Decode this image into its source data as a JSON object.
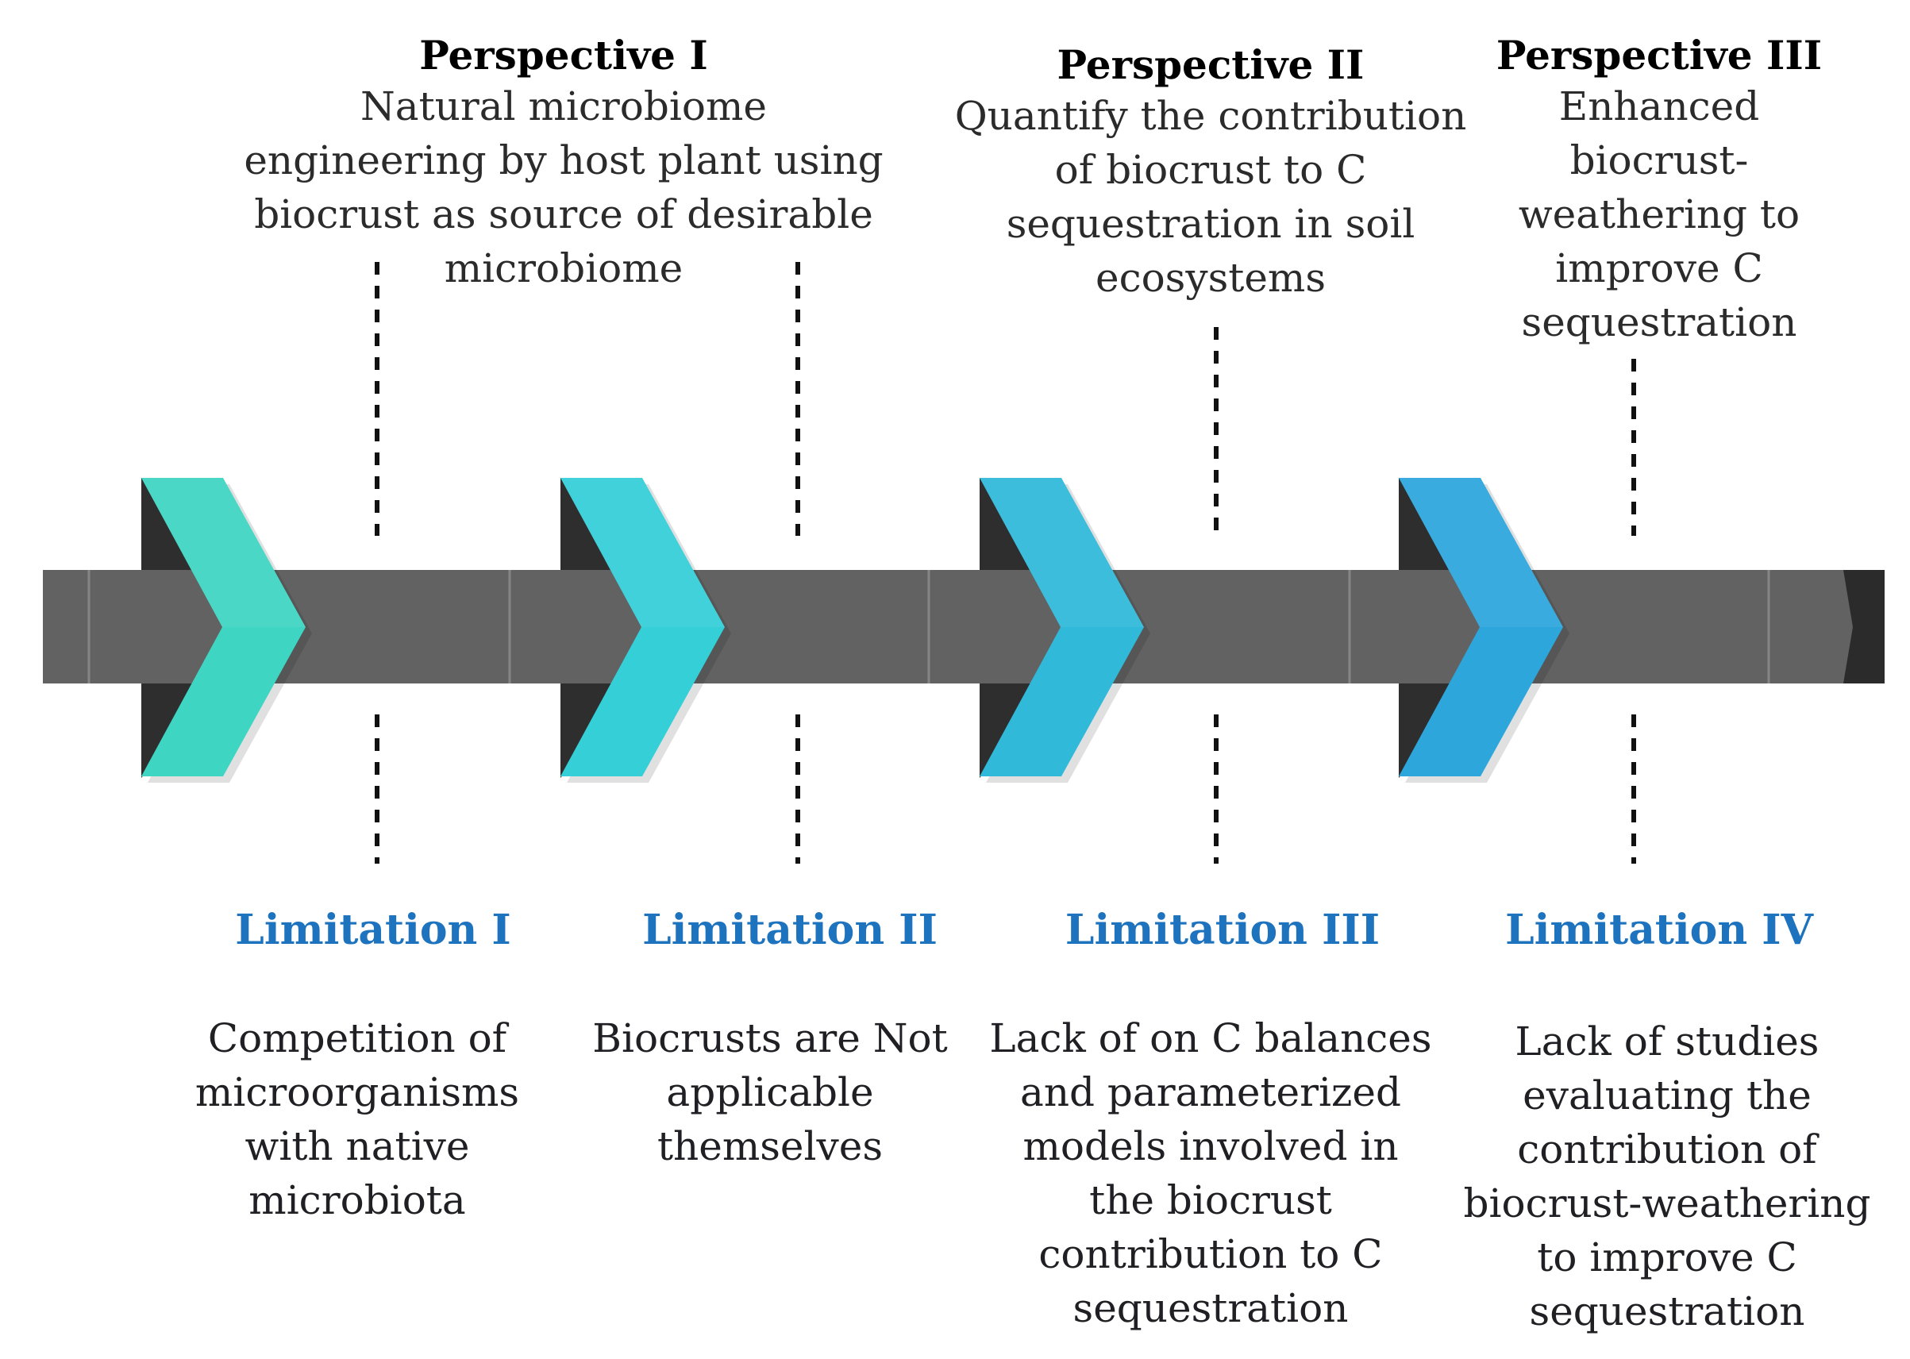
{
  "perspectives": [
    {
      "title": "Perspective I",
      "lines": [
        "Natural microbiome",
        "engineering by host plant using",
        "biocrust as source of desirable",
        "microbiome"
      ]
    },
    {
      "title": "Perspective II",
      "lines": [
        "Quantify the contribution",
        "of biocrust to C",
        "sequestration in soil",
        "ecosystems"
      ]
    },
    {
      "title": "Perspective III",
      "lines": [
        "Enhanced",
        "biocrust-",
        "weathering to",
        "improve C",
        "sequestration"
      ]
    }
  ],
  "limitations": [
    {
      "title": "Limitation I",
      "lines": [
        "Competition of",
        "microorganisms",
        "with native",
        "microbiota"
      ]
    },
    {
      "title": "Limitation II",
      "lines": [
        "Biocrusts are Not",
        "applicable",
        "themselves"
      ]
    },
    {
      "title": "Limitation III",
      "lines": [
        "Lack of on C balances",
        "and parameterized",
        "models involved in",
        "the biocrust",
        "contribution to C",
        "sequestration"
      ]
    },
    {
      "title": "Limitation IV",
      "lines": [
        "Lack of studies",
        "evaluating the",
        "contribution of",
        "biocrust-weathering",
        "to improve C",
        "sequestration"
      ]
    }
  ],
  "colors": {
    "bar": "#626262",
    "bar_seam": "#858585",
    "bar_end": "#2b2b2b",
    "chevron_shadow": "#2e2e2e",
    "chevrons": [
      "#3fd5c3",
      "#35cfd8",
      "#30b9d9",
      "#2da6dc"
    ],
    "limitation_title": "#1e73be",
    "dashes": "#111111"
  }
}
